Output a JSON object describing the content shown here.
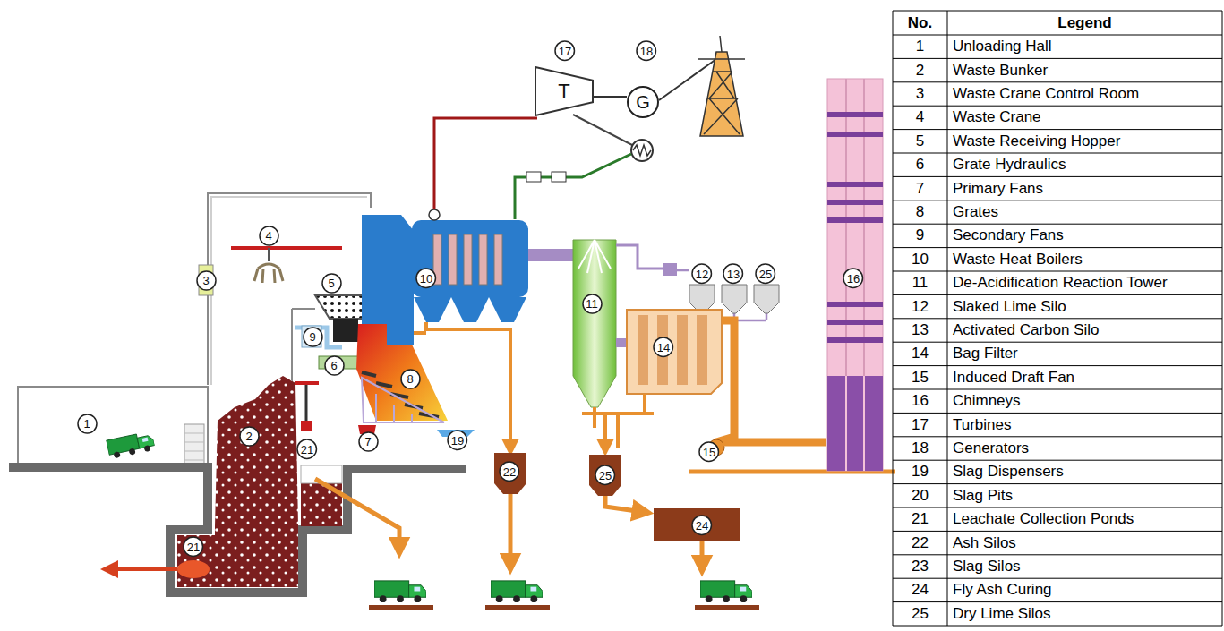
{
  "diagram": {
    "nodes": [
      {
        "text": [
          "17"
        ]
      },
      {
        "text": [
          "18"
        ]
      },
      {
        "text": [
          "T"
        ]
      },
      {
        "text": [
          "G"
        ]
      },
      {
        "text": [
          "4"
        ]
      },
      {
        "text": [
          "12"
        ]
      },
      {
        "text": [
          "13"
        ]
      },
      {
        "text": [
          "25"
        ]
      },
      {
        "text": [
          "10"
        ]
      },
      {
        "text": [
          "16"
        ]
      },
      {
        "text": [
          "3"
        ]
      },
      {
        "text": [
          "5"
        ]
      },
      {
        "text": [
          "11"
        ]
      },
      {
        "text": [
          "9"
        ]
      },
      {
        "text": [
          "14"
        ]
      },
      {
        "text": [
          "6"
        ]
      },
      {
        "text": [
          "8"
        ]
      },
      {
        "text": [
          "1"
        ]
      },
      {
        "text": [
          "2"
        ]
      },
      {
        "text": [
          "19"
        ]
      },
      {
        "text": [
          "7"
        ]
      },
      {
        "text": [
          "21"
        ]
      },
      {
        "text": [
          "15"
        ]
      },
      {
        "text": [
          "22"
        ]
      },
      {
        "text": [
          "25"
        ]
      },
      {
        "text": [
          "24"
        ]
      },
      {
        "text": [
          "21"
        ]
      }
    ],
    "edges": [
      {
        "from": 2,
        "to": 3,
        "arrow": "none"
      }
    ],
    "labels": [
      "No.",
      "Legend",
      "1",
      "Unloading Hall",
      "2",
      "Waste Bunker",
      "3",
      "Waste Crane Control Room",
      "4",
      "Waste Crane",
      "5",
      "Waste Receiving Hopper",
      "6",
      "Grate Hydraulics",
      "7",
      "Primary Fans",
      "8",
      "Grates",
      "9",
      "Secondary Fans",
      "10",
      "Waste Heat Boilers",
      "11",
      "De-Acidification Reaction Tower",
      "12",
      "Slaked Lime Silo",
      "13",
      "Activated Carbon Silo",
      "14",
      "Bag Filter",
      "15",
      "Induced Draft Fan",
      "16",
      "Chimneys",
      "17",
      "Turbines",
      "18",
      "Generators",
      "19",
      "Slag Dispensers",
      "20",
      "Slag Pits",
      "21",
      "Leachate Collection Ponds",
      "22",
      "Ash Silos",
      "23",
      "Slag Silos",
      "24",
      "Fly Ash Curing",
      "25",
      "Dry Lime Silos"
    ]
  }
}
